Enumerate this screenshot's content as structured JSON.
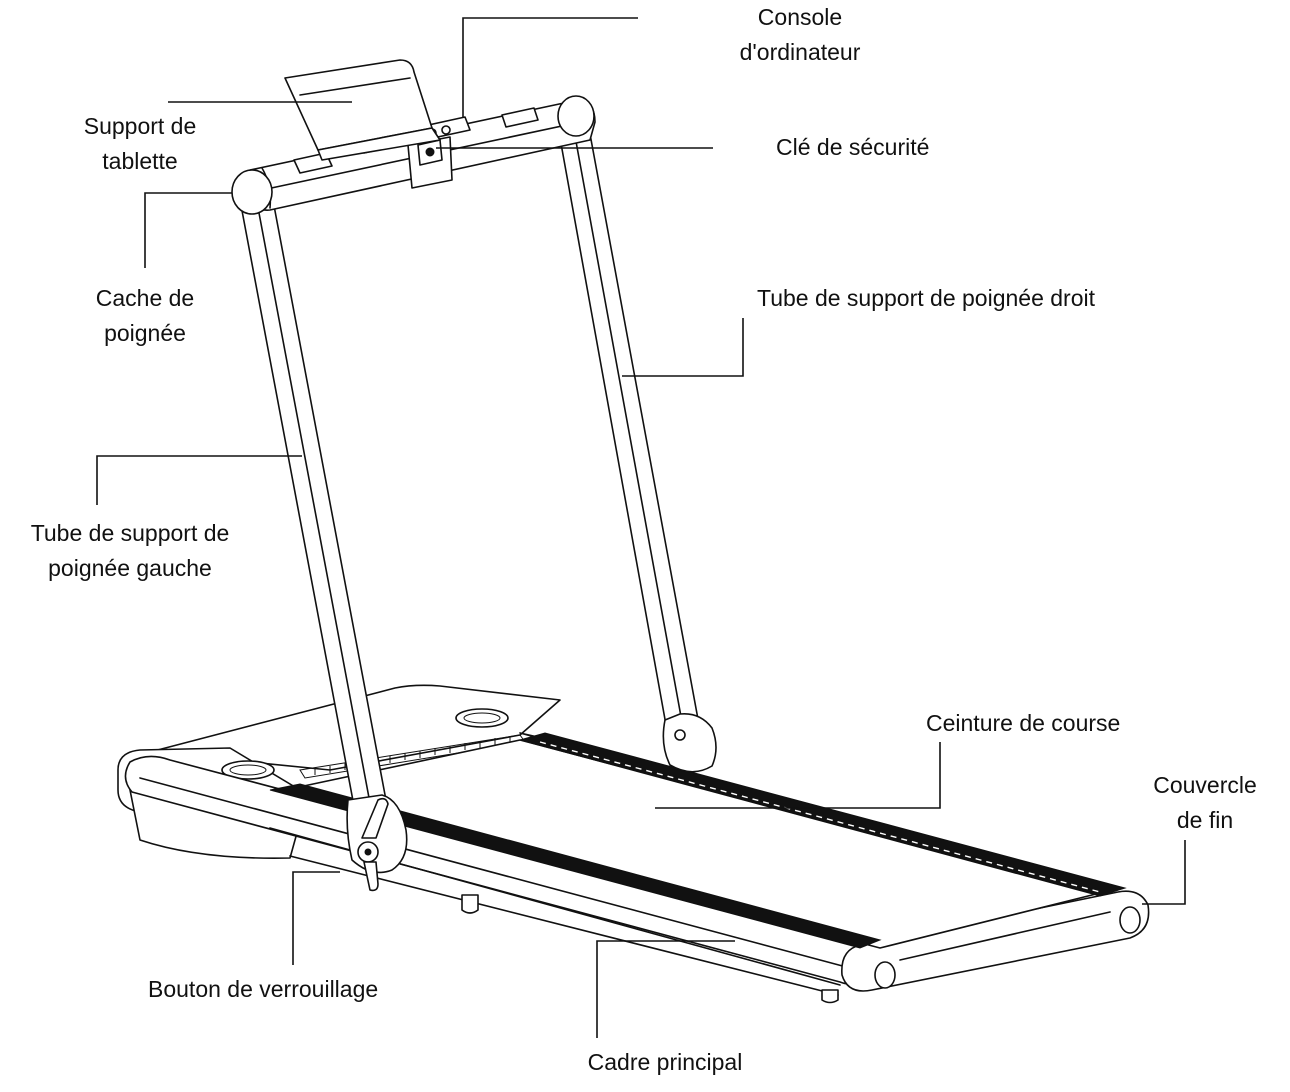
{
  "labels": {
    "console": [
      "Console",
      "d'ordinateur"
    ],
    "tablet_holder": [
      "Support de",
      "tablette"
    ],
    "safety_key": [
      "Clé de sécurité"
    ],
    "handle_cap": [
      "Cache de",
      "poignée"
    ],
    "right_handle_tube": [
      "Tube de support de poignée droit"
    ],
    "left_handle_tube": [
      "Tube de support de",
      "poignée gauche"
    ],
    "running_belt": [
      "Ceinture de course"
    ],
    "end_cover": [
      "Couvercle",
      "de fin"
    ],
    "lock_knob": [
      "Bouton de verrouillage"
    ],
    "main_frame": [
      "Cadre principal"
    ]
  },
  "colors": {
    "line": "#111111",
    "background": "#ffffff"
  }
}
